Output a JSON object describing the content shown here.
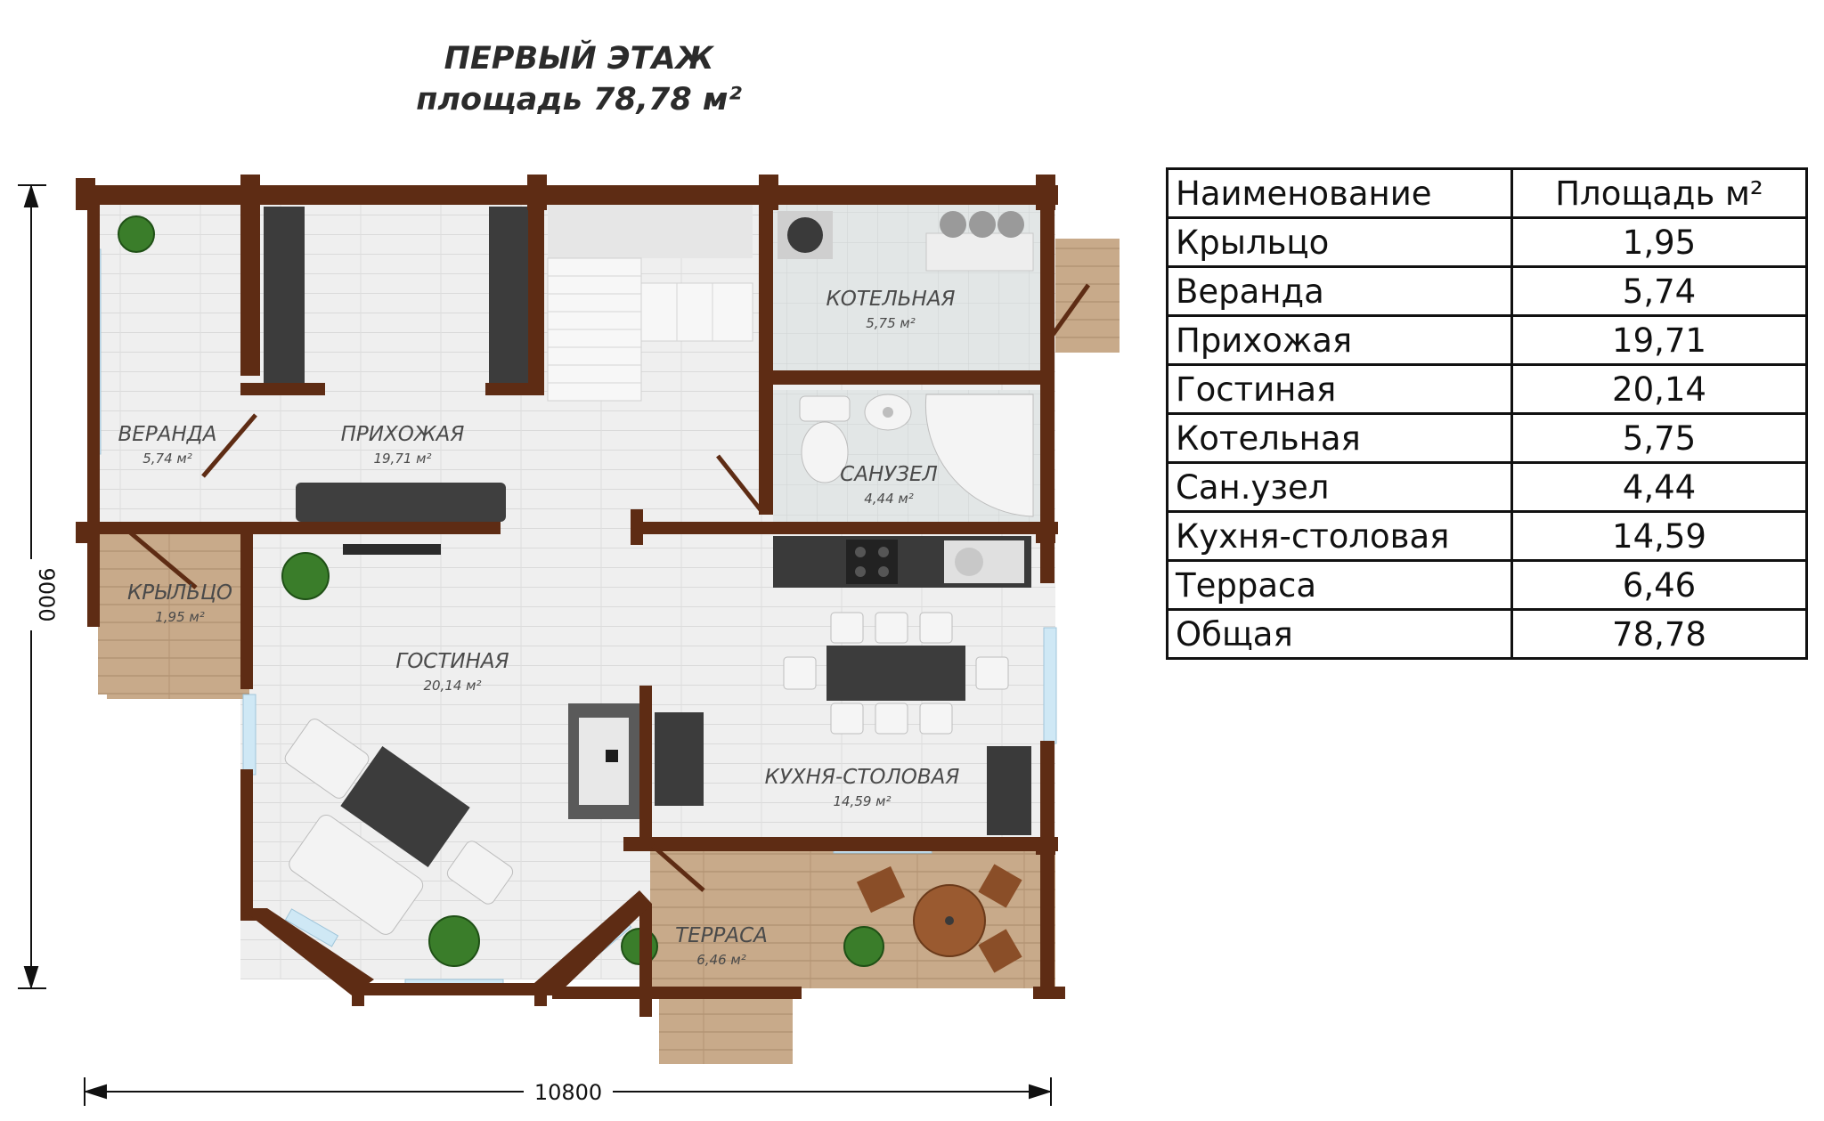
{
  "title": {
    "line1": "ПЕРВЫЙ ЭТАЖ",
    "line2": "площадь 78,78 м²"
  },
  "rooms": {
    "veranda": {
      "name": "ВЕРАНДА",
      "area": "5,74 м²"
    },
    "hall": {
      "name": "ПРИХОЖАЯ",
      "area": "19,71 м²"
    },
    "boiler": {
      "name": "КОТЕЛЬНАЯ",
      "area": "5,75 м²"
    },
    "bath": {
      "name": "САНУЗЕЛ",
      "area": "4,44 м²"
    },
    "porch": {
      "name": "КРЫЛЬЦО",
      "area": "1,95 м²"
    },
    "living": {
      "name": "ГОСТИНАЯ",
      "area": "20,14 м²"
    },
    "kitchen": {
      "name": "КУХНЯ-СТОЛОВАЯ",
      "area": "14,59 м²"
    },
    "terrace": {
      "name": "ТЕРРАСА",
      "area": "6,46 м²"
    }
  },
  "dimensions": {
    "height": "9000",
    "width": "10800"
  },
  "table": {
    "headers": [
      "Наименование",
      "Площадь м²"
    ],
    "rows": [
      {
        "name": "Крыльцо",
        "area": "1,95"
      },
      {
        "name": "Веранда",
        "area": "5,74"
      },
      {
        "name": "Прихожая",
        "area": "19,71"
      },
      {
        "name": "Гостиная",
        "area": "20,14"
      },
      {
        "name": "Котельная",
        "area": "5,75"
      },
      {
        "name": "Сан.узел",
        "area": "4,44"
      },
      {
        "name": "Кухня-столовая",
        "area": "14,59"
      },
      {
        "name": "Терраса",
        "area": "6,46"
      },
      {
        "name": "Общая",
        "area": "78,78"
      }
    ]
  },
  "colors": {
    "wall": "#5e2c14",
    "floor": "#eeeeee",
    "tile": "#dfe3e3",
    "wood": "#c9ab8c",
    "window": "#cfe8f5",
    "furniture": "#3c3c3c"
  }
}
